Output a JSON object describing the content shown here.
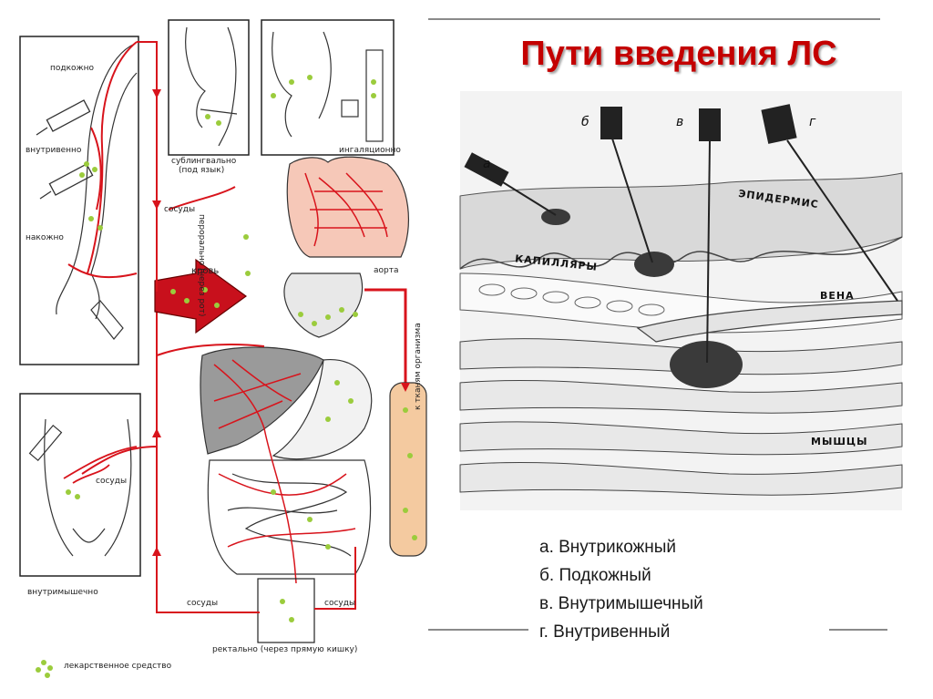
{
  "slide": {
    "title": "Пути введения ЛС"
  },
  "left_diagram": {
    "labels": {
      "subcutaneous": "подкожно",
      "intravenous": "внутривенно",
      "cutaneous": "накожно",
      "sublingual_1": "сублингвально",
      "sublingual_2": "(под язык)",
      "inhalation": "ингаляционно",
      "oral": "перорально (через рот)",
      "vessels_1": "сосуды",
      "blood": "кровь",
      "aorta": "аорта",
      "to_tissues": "к тканям организма",
      "vessels_2": "сосуды",
      "intramuscular": "внутримышечно",
      "vessels_3": "сосуды",
      "vessels_4": "сосуды",
      "rectal": "ректально (через прямую кишку)",
      "legend_drug": "лекарственное средство"
    },
    "colors": {
      "vessel": "#d8141c",
      "drug_dot": "#9bcc3c",
      "lung_fill": "#f6c8b8",
      "liver_fill": "#9a9a9a",
      "tissue_fill": "#f4caa0"
    }
  },
  "skin_diagram": {
    "letters": [
      "а",
      "б",
      "в",
      "г"
    ],
    "labels": {
      "epidermis": "ЭПИДЕРМИС",
      "capillaries": "КАПИЛЛЯРЫ",
      "vein": "ВЕНА",
      "muscles": "МЫШЦЫ"
    }
  },
  "legend": {
    "items": [
      "а. Внутрикожный",
      "б. Подкожный",
      "в. Внутримышечный",
      "г.  Внутривенный"
    ]
  }
}
